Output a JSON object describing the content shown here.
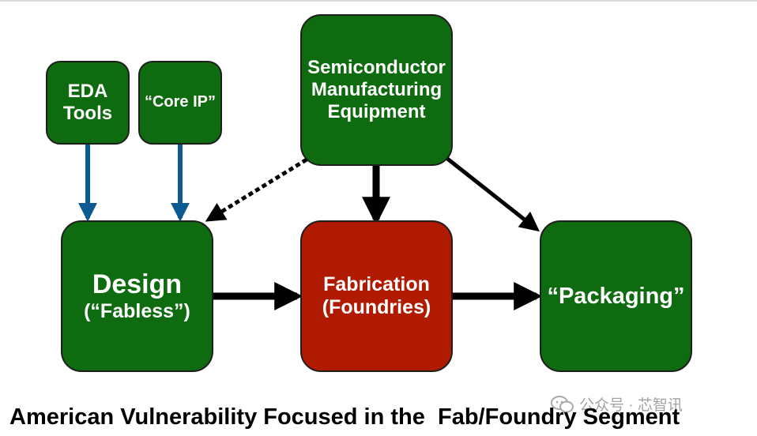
{
  "boxes": {
    "eda": {
      "lines": [
        "EDA",
        "Tools"
      ]
    },
    "core_ip": {
      "label": "“Core IP”"
    },
    "equipment": {
      "lines": [
        "Semiconductor",
        "Manufacturing",
        "Equipment"
      ]
    },
    "design": {
      "title": "Design",
      "subtitle": "(“Fabless”)"
    },
    "fabrication": {
      "lines": [
        "Fabrication",
        "(Foundries)"
      ]
    },
    "packaging": {
      "label": "“Packaging”"
    }
  },
  "caption": "American Vulnerability Focused in the  Fab/Foundry Segment",
  "watermark": "公众号 · 芯智讯",
  "colors": {
    "green_box": "#0f6b0f",
    "red_box": "#b01a00",
    "blue_arrow": "#0b5a91",
    "black_arrow": "#000000"
  }
}
